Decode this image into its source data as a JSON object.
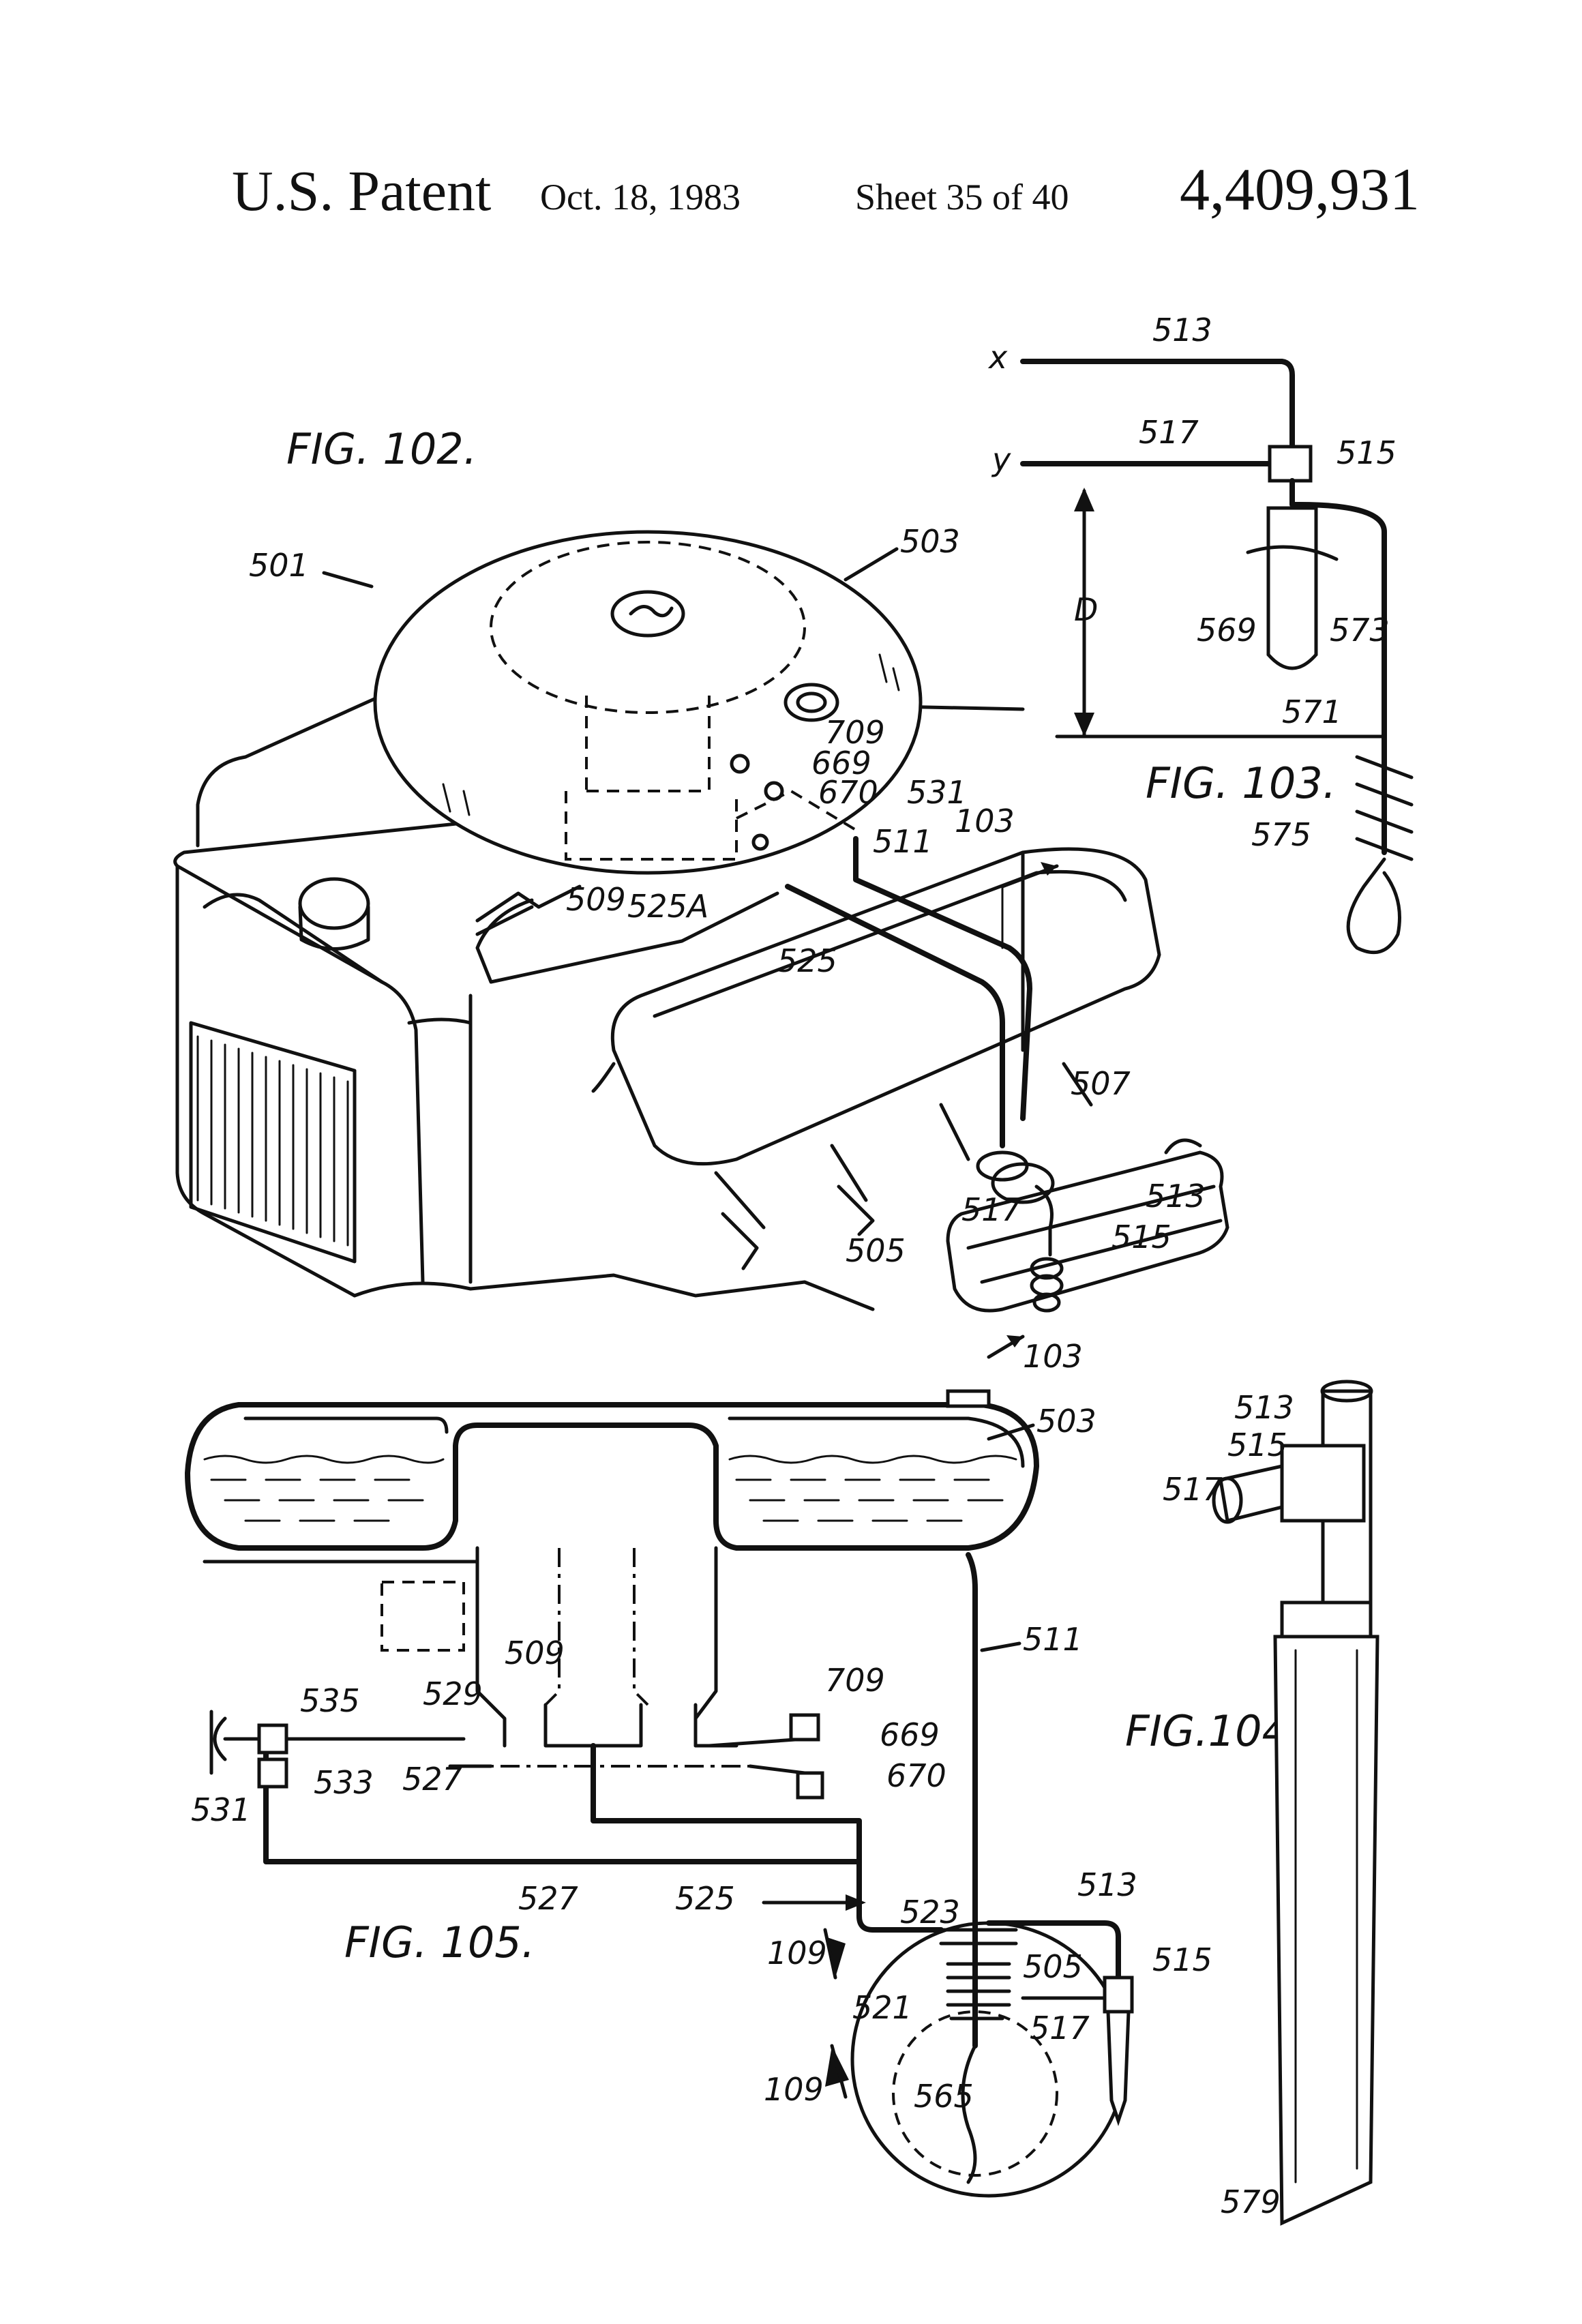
{
  "header": {
    "title": "U.S. Patent",
    "date": "Oct. 18, 1983",
    "sheet": "Sheet 35 of 40",
    "patent_number": "4,409,931"
  },
  "figures": {
    "fig102": "FIG. 102.",
    "fig103": "FIG. 103.",
    "fig104": "FIG.104.",
    "fig105": "FIG. 105."
  },
  "fig102_labels": {
    "l501": "501",
    "l503": "503",
    "l709": "709",
    "l669": "669",
    "l670": "670",
    "l531": "531",
    "l103a": "103",
    "l511": "511",
    "l509": "509",
    "l525a": "525A",
    "l525": "525",
    "l507": "507",
    "l513": "513",
    "l517": "517",
    "l515": "515",
    "l505": "505",
    "l103b": "103"
  },
  "fig103_labels": {
    "x": "x",
    "y": "y",
    "l513": "513",
    "l517": "517",
    "l515": "515",
    "d": "D",
    "l569": "569",
    "l573": "573",
    "l571": "571",
    "l575": "575"
  },
  "fig104_labels": {
    "l513": "513",
    "l515": "515",
    "l517": "517",
    "l579": "579"
  },
  "fig105_labels": {
    "l503": "503",
    "l511": "511",
    "l509": "509",
    "l709": "709",
    "l669": "669",
    "l670": "670",
    "l535": "535",
    "l529": "529",
    "l533": "533",
    "l527a": "527",
    "l531": "531",
    "l527b": "527",
    "l525": "525",
    "l513": "513",
    "l523": "523",
    "l109a": "109",
    "l505": "505",
    "l515": "515",
    "l521": "521",
    "l517": "517",
    "l565": "565",
    "l109b": "109"
  }
}
